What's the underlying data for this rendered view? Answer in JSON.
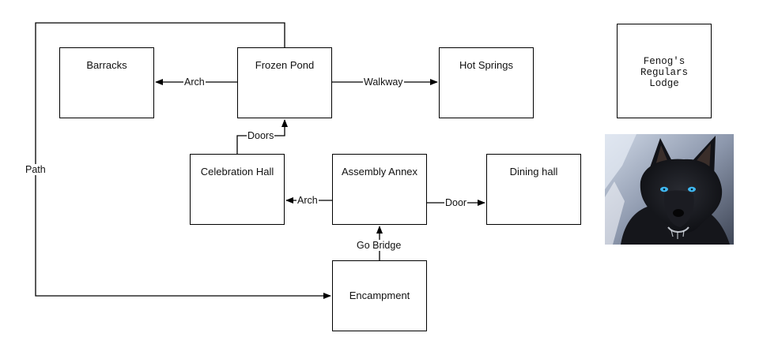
{
  "nodes": {
    "barracks": "Barracks",
    "frozen_pond": "Frozen Pond",
    "hot_springs": "Hot Springs",
    "lodge": "Fenog's\nRegulars\nLodge",
    "celebration_hall": "Celebration Hall",
    "assembly_annex": "Assembly Annex",
    "dining_hall": "Dining hall",
    "encampment": "Encampment"
  },
  "edges": {
    "path": "Path",
    "arch_barracks": "Arch",
    "walkway": "Walkway",
    "doors": "Doors",
    "arch_celebration": "Arch",
    "door": "Door",
    "go_bridge": "Go Bridge"
  },
  "image": {
    "subject": "black wolf with blue eyes",
    "icon": "wolf-photo"
  }
}
